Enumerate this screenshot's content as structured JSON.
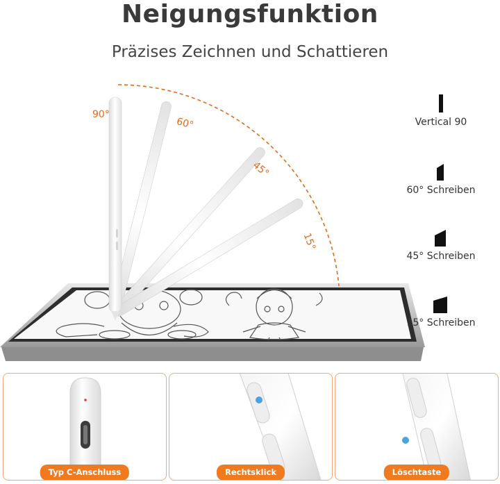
{
  "header": {
    "title": "Neigungsfunktion",
    "subtitle": "Präzises Zeichnen und Schattieren"
  },
  "angles": [
    "90°",
    "60°",
    "45°",
    "15°"
  ],
  "modes": [
    {
      "label": "Vertical 90",
      "glyph": "bar-90-icon"
    },
    {
      "label": "60° Schreiben",
      "glyph": "bar-60-icon"
    },
    {
      "label": "45° Schreiben",
      "glyph": "bar-45-icon"
    },
    {
      "label": "15° Schreiben",
      "glyph": "bar-15-icon"
    }
  ],
  "panels": [
    {
      "label": "Typ C-Anschluss",
      "icon": "usb-c-port-icon"
    },
    {
      "label": "Rechtsklick",
      "icon": "right-click-button-icon"
    },
    {
      "label": "Löschtaste",
      "icon": "erase-button-icon"
    }
  ],
  "colors": {
    "accent": "#ef7a1f",
    "panel_border": "#f0a878",
    "text": "#333333"
  }
}
